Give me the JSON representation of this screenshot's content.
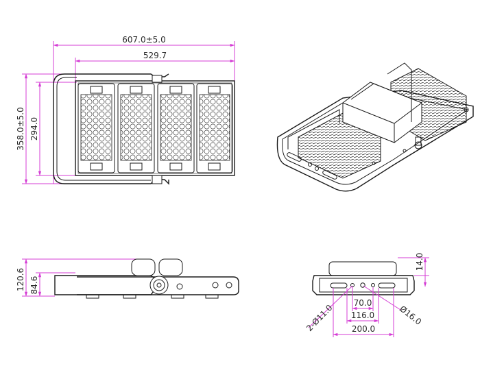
{
  "top_view": {
    "overall_width": "607.0±5.0",
    "body_width": "529.7",
    "overall_height": "358.0±5.0",
    "body_height": "294.0"
  },
  "side_view": {
    "overall_height": "120.6",
    "body_height": "84.6"
  },
  "end_view": {
    "top_offset": "14.0",
    "hole_spacing_inner": "70.0",
    "hole_spacing_mid": "116.0",
    "hole_spacing_outer": "200.0",
    "small_holes": "2-Ø11.0",
    "large_hole": "Ø16.0"
  }
}
